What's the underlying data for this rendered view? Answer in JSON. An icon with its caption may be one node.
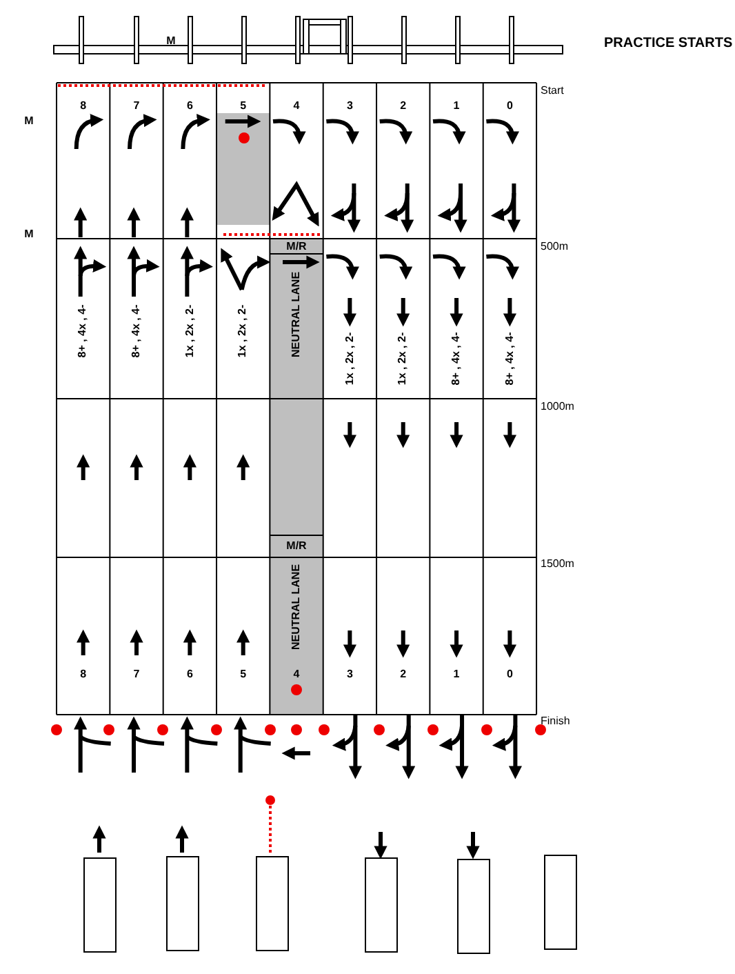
{
  "diagram": {
    "title": "PRACTICE STARTS",
    "labels": [
      "M",
      "Start",
      "M",
      "8",
      "7",
      "6",
      "5",
      "4",
      "3",
      "2",
      "1",
      "0",
      "M",
      "M/R",
      "500m",
      "8+ , 4x , 4-",
      "8+ , 4x , 4-",
      "1x , 2x , 2-",
      "1x , 2x , 2-",
      "NEUTRAL LANE",
      "1x , 2x , 2-",
      "1x , 2x , 2-",
      "8+ , 4x , 4-",
      "8+ , 4x , 4-",
      "1000m",
      "M/R",
      "1500m",
      "NEUTRAL LANE",
      "8",
      "7",
      "6",
      "5",
      "4",
      "3",
      "2",
      "1",
      "0",
      "Finish"
    ]
  }
}
